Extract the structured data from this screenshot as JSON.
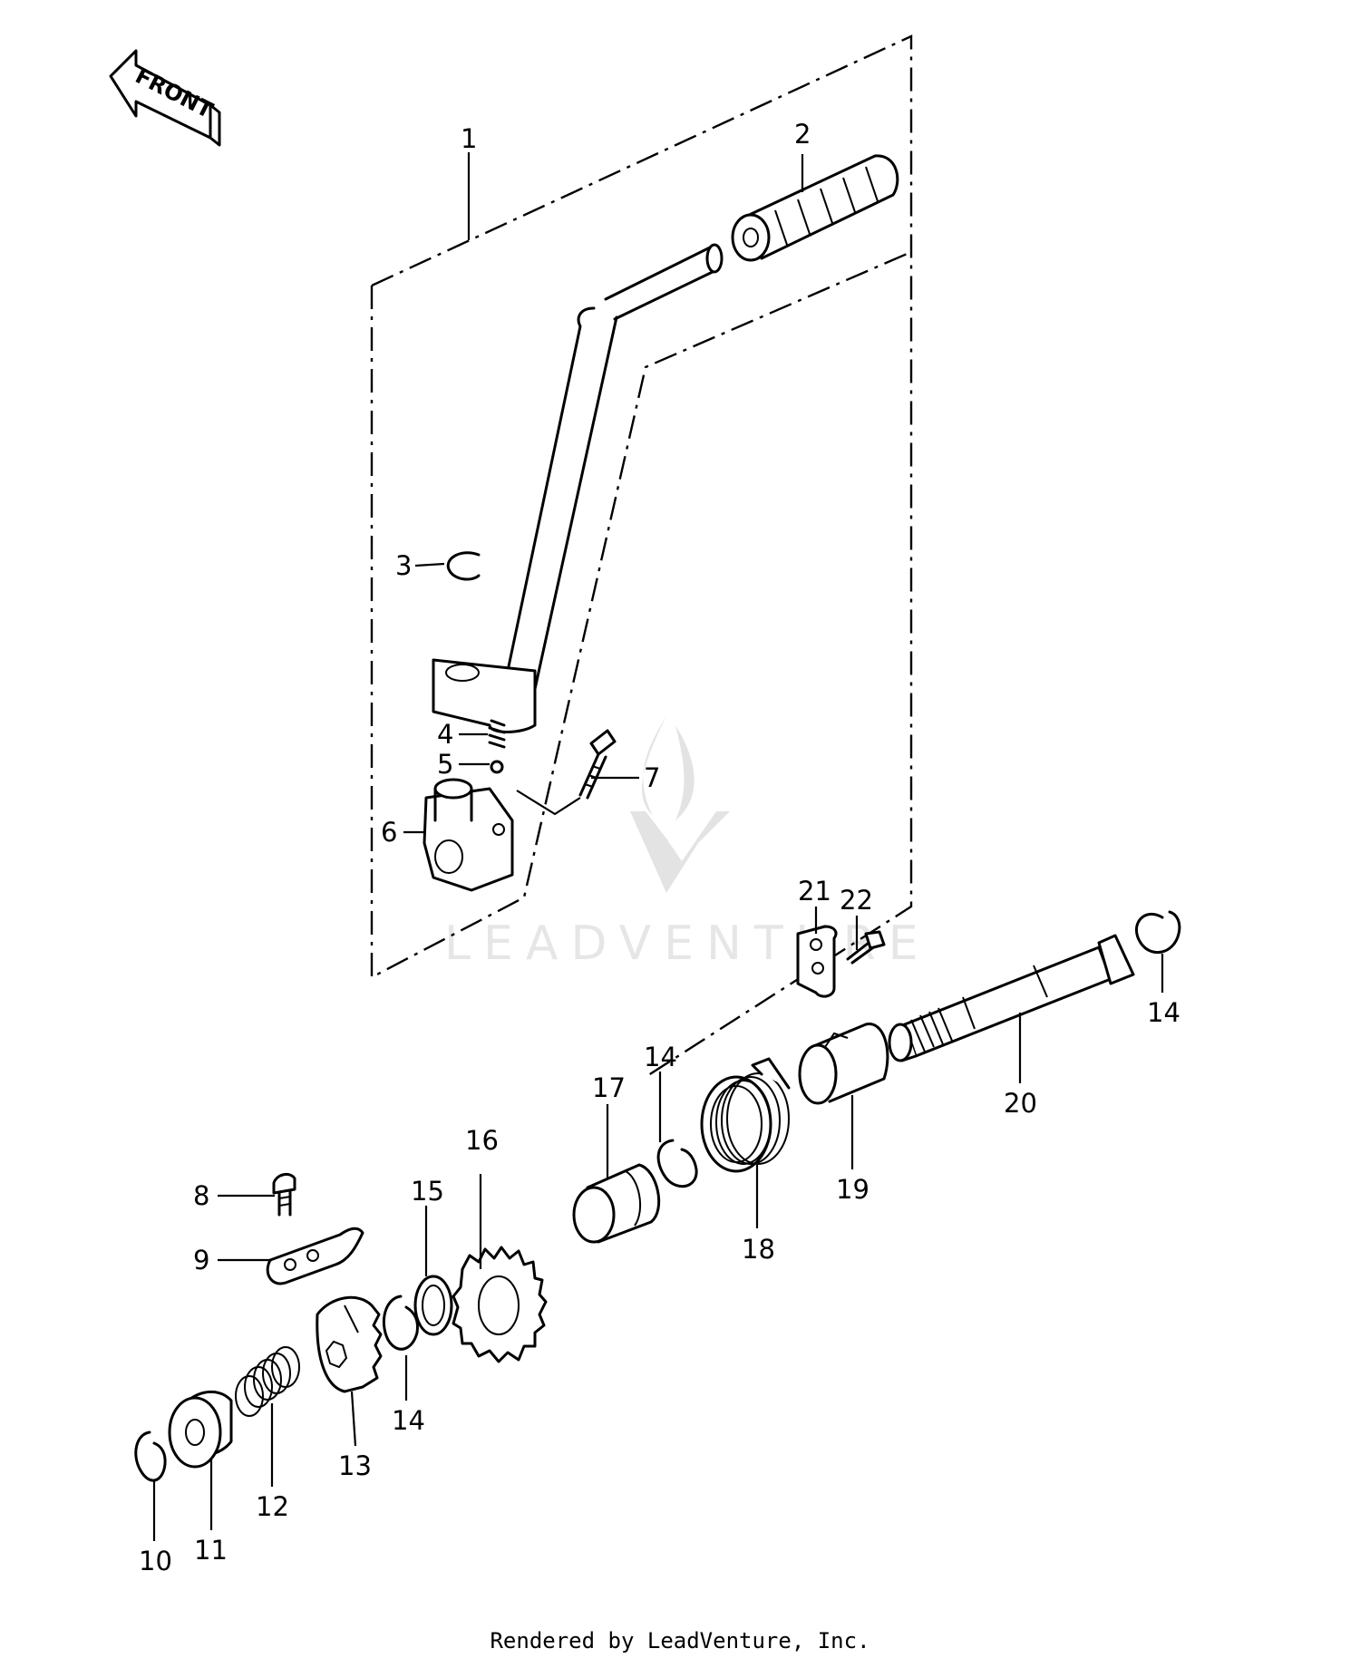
{
  "diagram": {
    "direction_label": "FRONT",
    "watermark": "LEADVENTURE",
    "part_labels": {
      "p1": "1",
      "p2": "2",
      "p3": "3",
      "p4": "4",
      "p5": "5",
      "p6": "6",
      "p7": "7",
      "p8": "8",
      "p9": "9",
      "p10": "10",
      "p11": "11",
      "p12": "12",
      "p13": "13",
      "p14a": "14",
      "p14b": "14",
      "p14c": "14",
      "p15": "15",
      "p16": "16",
      "p17": "17",
      "p18": "18",
      "p19": "19",
      "p20": "20",
      "p21": "21",
      "p22": "22"
    }
  },
  "footer": {
    "text": "Rendered by LeadVenture, Inc."
  }
}
